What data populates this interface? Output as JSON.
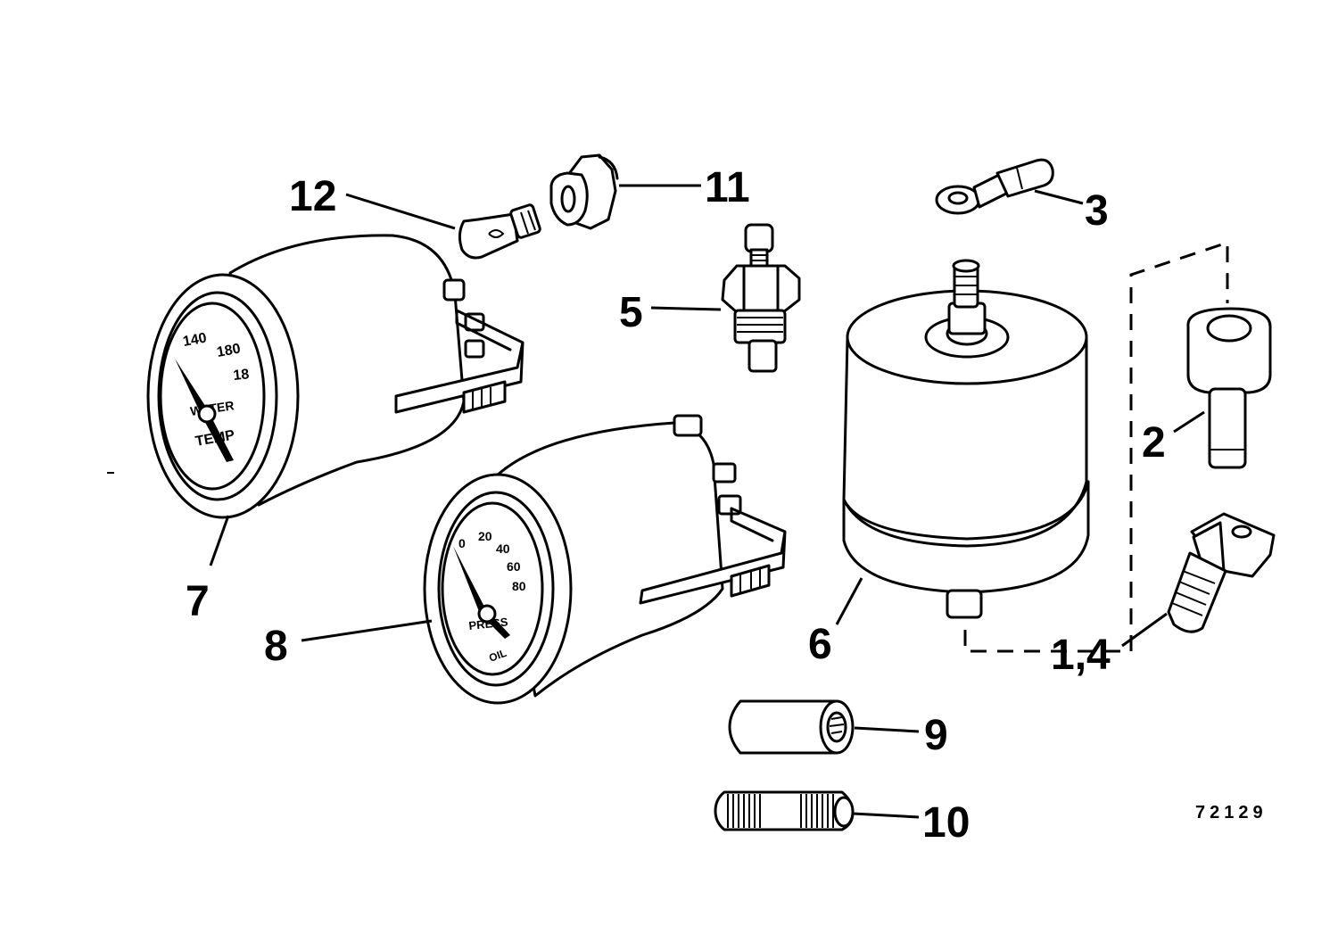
{
  "diagram": {
    "figure_number": "72129",
    "callouts": {
      "c12": "12",
      "c11": "11",
      "c3": "3",
      "c5": "5",
      "c2": "2",
      "c7": "7",
      "c6": "6",
      "c8": "8",
      "c14": "1,4",
      "c9": "9",
      "c10": "10"
    },
    "gauge_water_temp": {
      "ticks": [
        "140",
        "180",
        "18"
      ],
      "words": [
        "WATER",
        "TEMP"
      ]
    },
    "gauge_oil_pressure": {
      "ticks": [
        "0",
        "20",
        "40",
        "60",
        "80"
      ],
      "words": [
        "PRESS",
        "OIL"
      ]
    }
  }
}
